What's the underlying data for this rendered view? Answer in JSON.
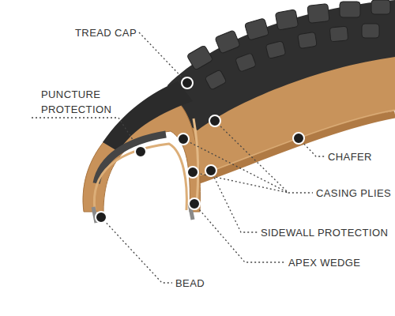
{
  "diagram": {
    "labels": [
      "TREAD CAP",
      "PUNCTURE PROTECTION",
      "CHAFER",
      "CASING PLIES",
      "SIDEWALL PROTECTION",
      "APEX WEDGE",
      "BEAD"
    ]
  }
}
